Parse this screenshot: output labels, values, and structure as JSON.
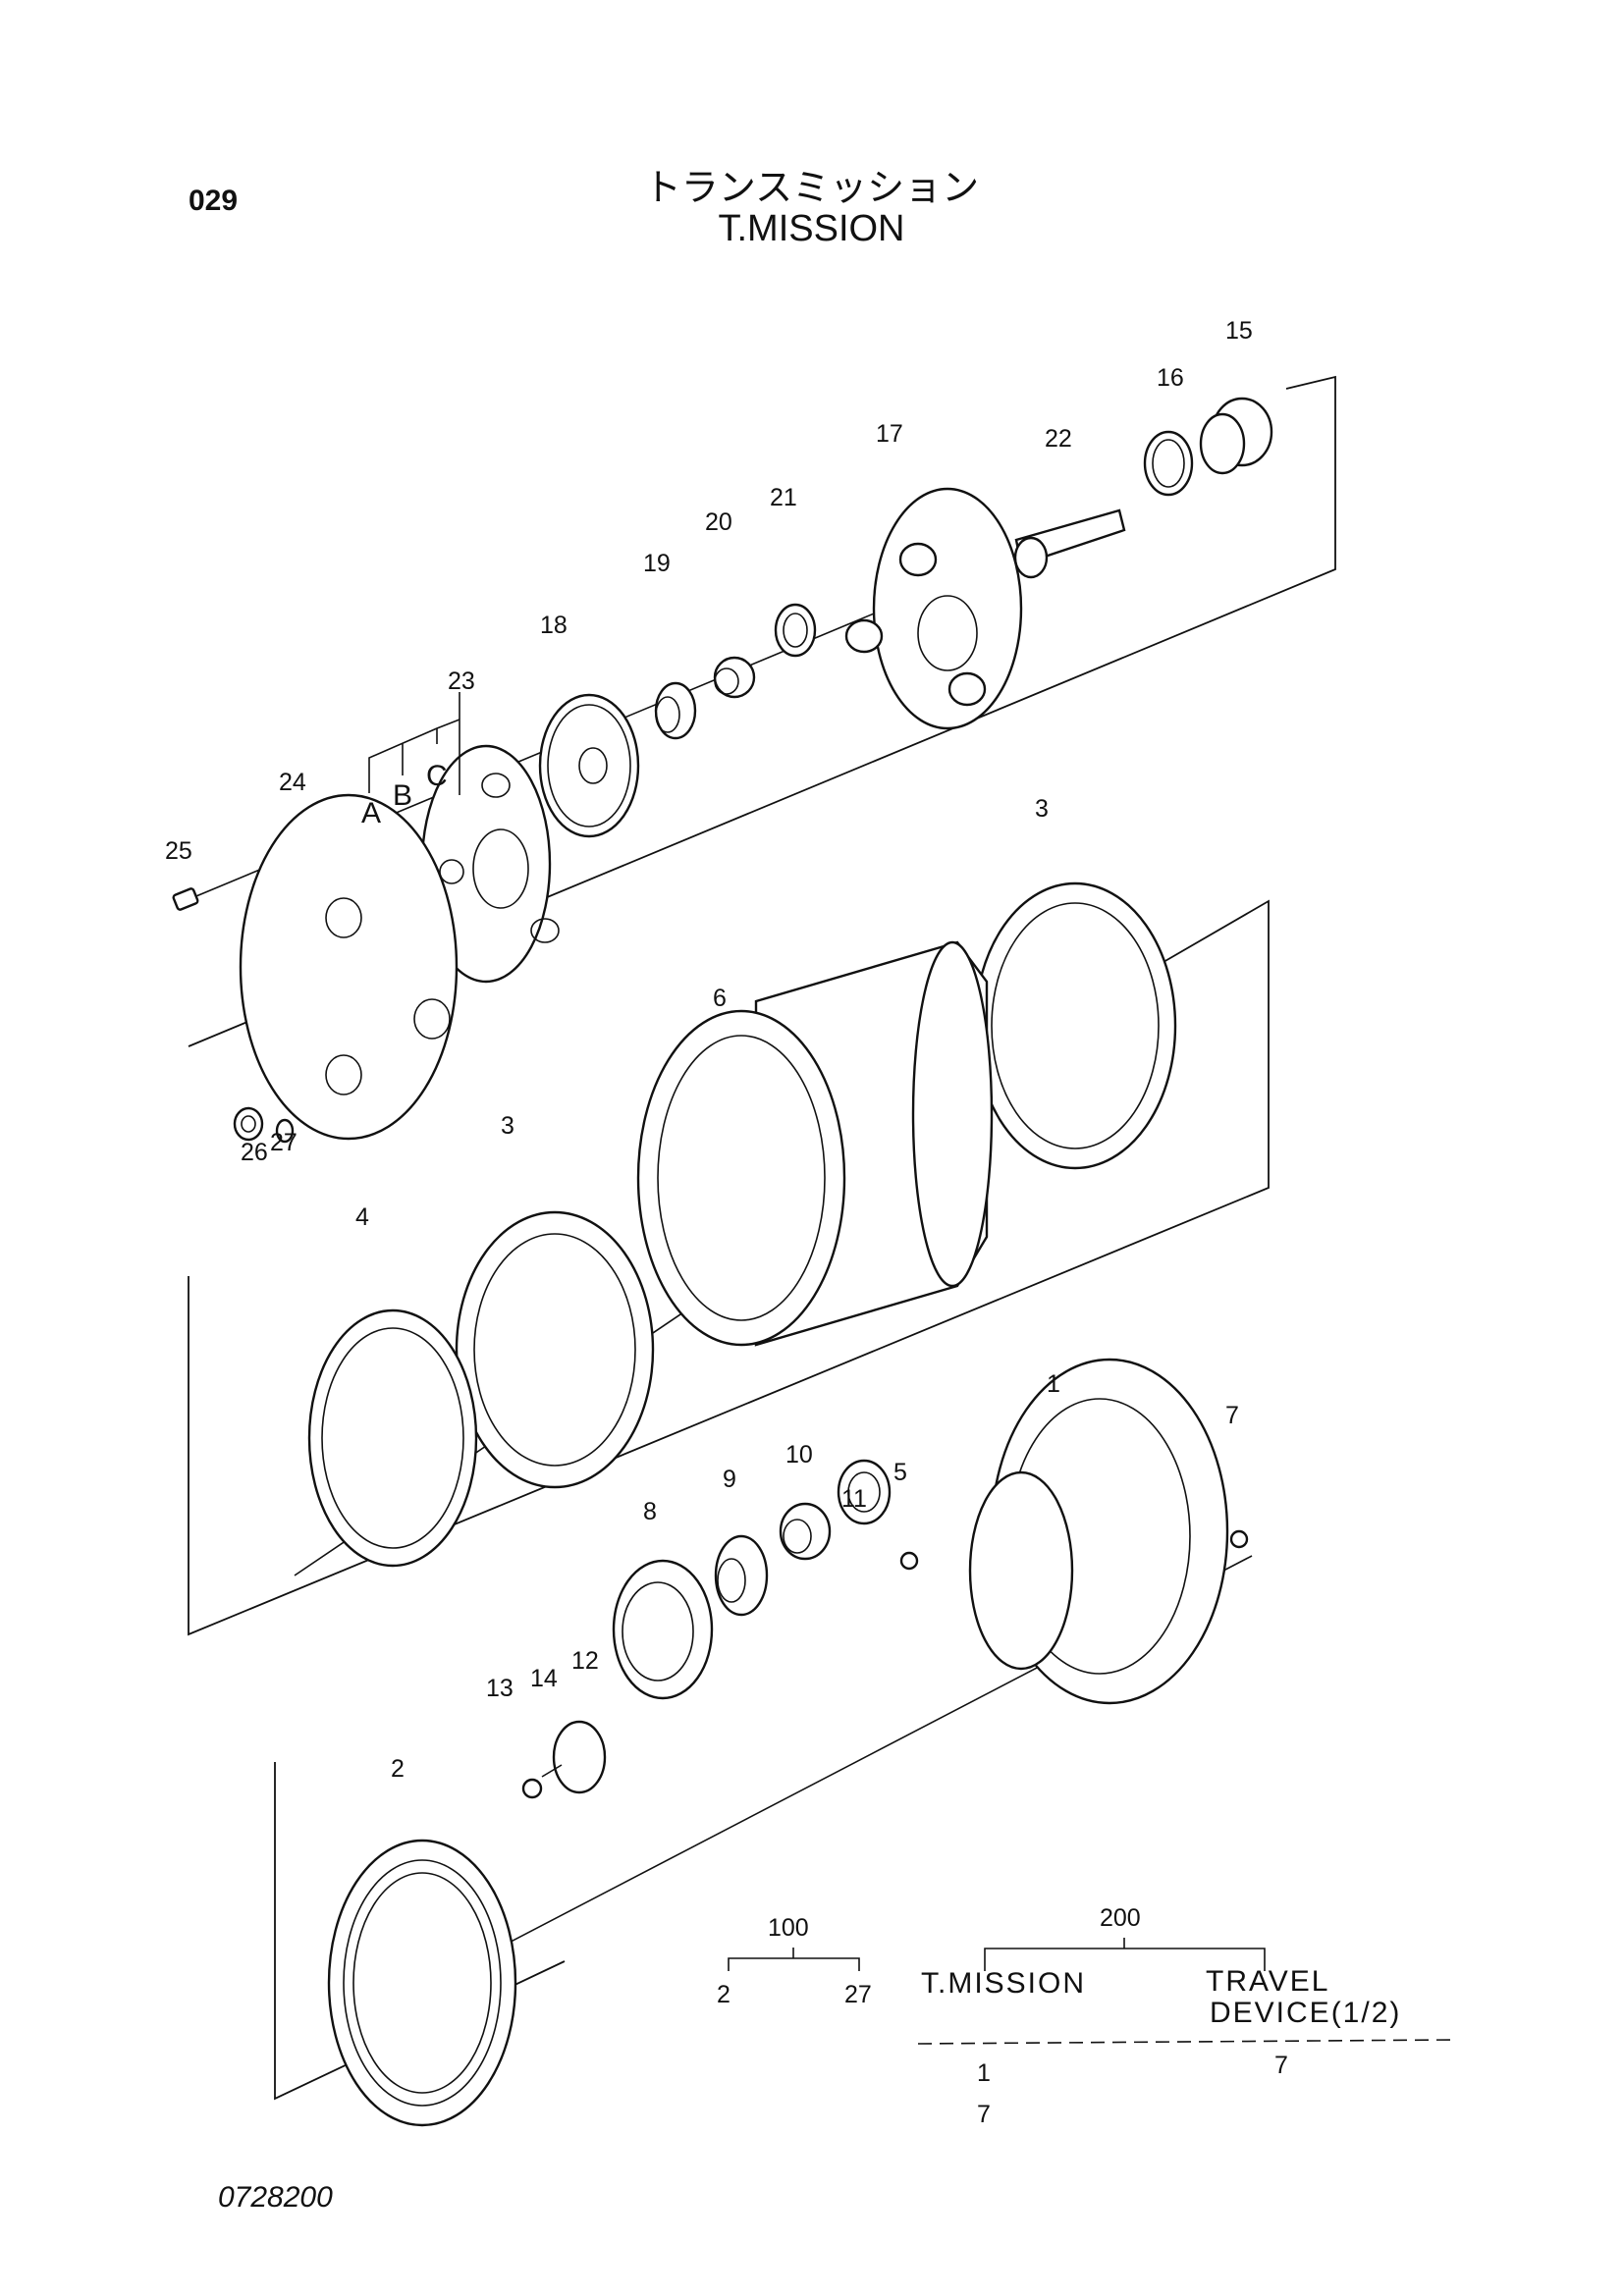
{
  "header": {
    "page_number": "029",
    "title_jp": "トランスミッション",
    "title_en": "T.MISSION"
  },
  "drawing_number": "0728200",
  "callouts": [
    "1",
    "2",
    "3",
    "3",
    "4",
    "5",
    "6",
    "7",
    "8",
    "9",
    "10",
    "11",
    "12",
    "13",
    "14",
    "15",
    "16",
    "17",
    "18",
    "19",
    "20",
    "21",
    "22",
    "23",
    "24",
    "25",
    "26",
    "27"
  ],
  "sub_labels": [
    "A",
    "B",
    "C"
  ],
  "assembly_table": {
    "group_100": {
      "code": "100",
      "range_from": "2",
      "range_to": "27"
    },
    "group_200": {
      "code": "200",
      "left_label": "T.MISSION",
      "right_label_1": "TRAVEL",
      "right_label_2": "DEVICE(1/2)"
    },
    "qty_left_1": "1",
    "qty_left_2": "7",
    "qty_right": "7"
  }
}
